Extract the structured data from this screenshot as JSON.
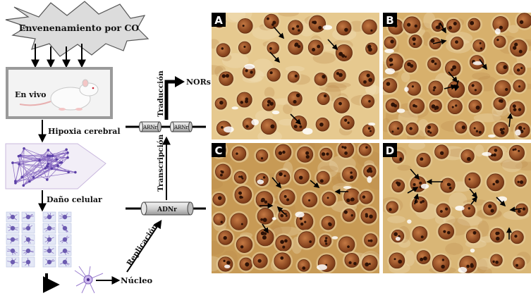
{
  "diagram": {
    "co_burst_label": "Envenenamiento por CO",
    "in_vivo_label": "En vivo",
    "hypoxia_label": "Hipoxia cerebral",
    "damage_label": "Daño celular",
    "nucleus_label": "Núcleo",
    "replication_label": "Replicación",
    "dna_label": "ADNr",
    "transcription_label": "Transcripción",
    "rna_label_1": "ARNr",
    "rna_label_2": "ARNr",
    "translation_label": "Traducción",
    "nors_label": "NORs"
  },
  "panels": [
    {
      "letter": "A",
      "tone": "#e6c98f"
    },
    {
      "letter": "B",
      "tone": "#d7b06c"
    },
    {
      "letter": "C",
      "tone": "#c79a55"
    },
    {
      "letter": "D",
      "tone": "#d9b676"
    }
  ],
  "colors": {
    "burst_fill": "#dcdcdc",
    "burst_stroke": "#555555",
    "nucleus_fill": "#a0582c",
    "nucleolus_fill": "#3a1a0c",
    "arrow": "#000000"
  }
}
